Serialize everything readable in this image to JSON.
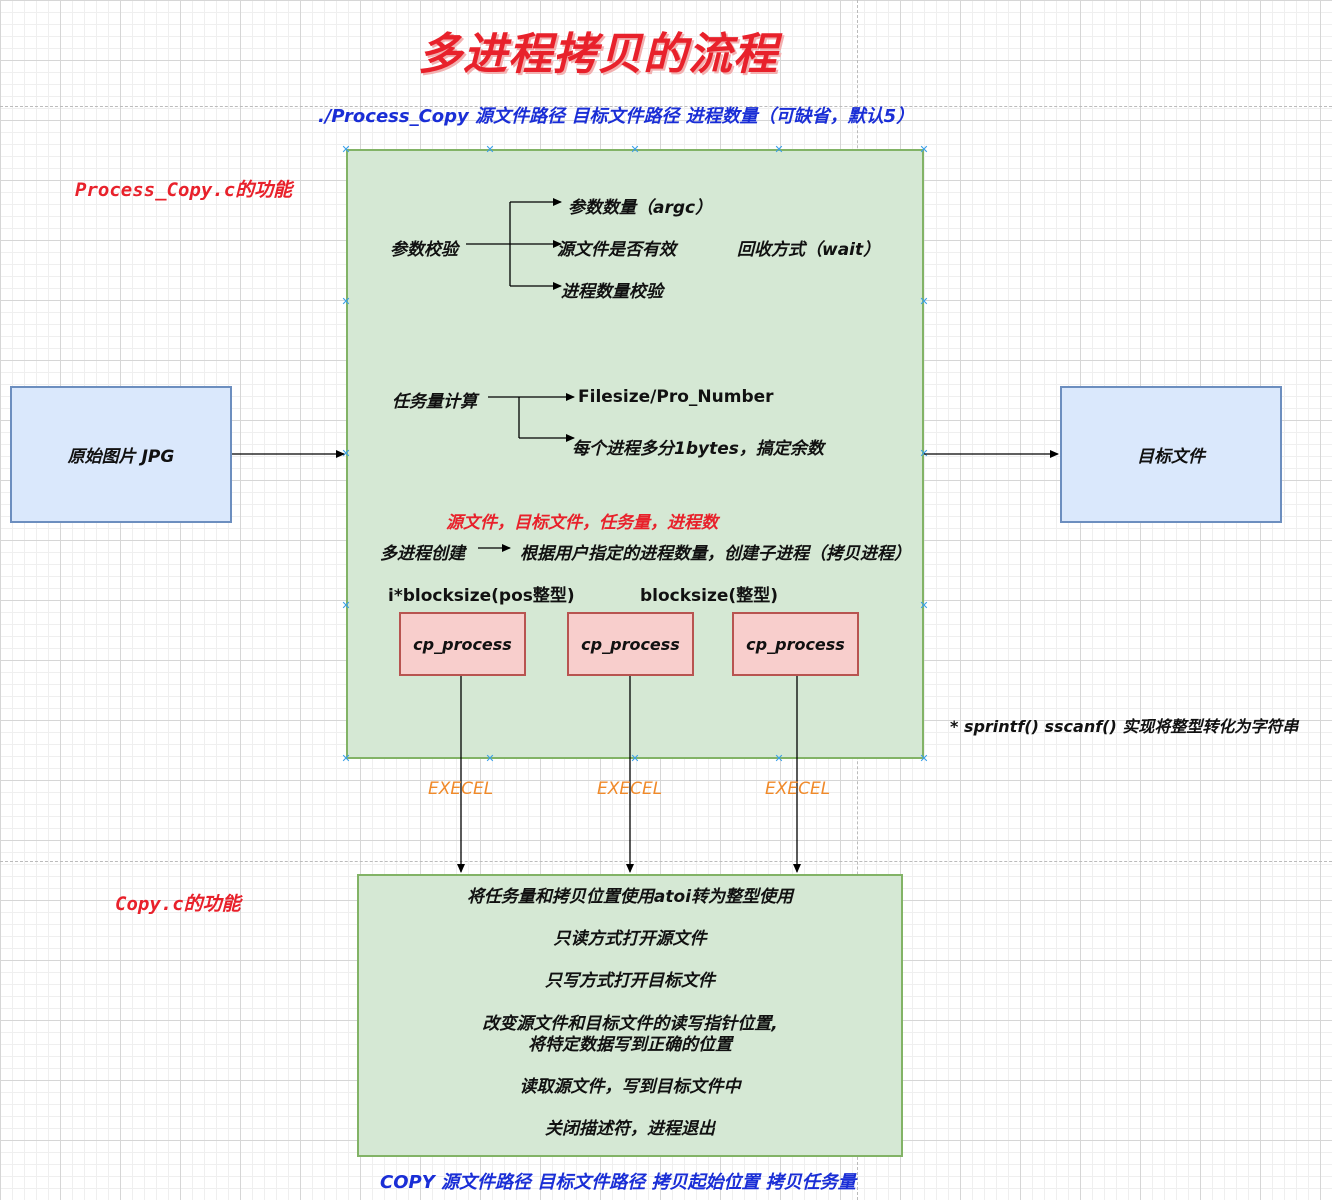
{
  "title": "多进程拷贝的流程",
  "command_usage": "./Process_Copy 源文件路径 目标文件路径 进程数量（可缺省，默认5）",
  "process_copy_section": {
    "heading": "Process_Copy.c的功能",
    "param_check": {
      "label": "参数校验",
      "items": [
        "参数数量（argc）",
        "源文件是否有效",
        "进程数量校验"
      ]
    },
    "recycle_method": "回收方式（wait）",
    "task_calc": {
      "label": "任务量计算",
      "items": [
        "Filesize/Pro_Number",
        "每个进程多分1bytes，搞定余数"
      ]
    },
    "args_note": "源文件，目标文件，任务量，进程数",
    "create": {
      "label": "多进程创建",
      "desc": "根据用户指定的进程数量，创建子进程（拷贝进程）"
    },
    "pos_label": "i*blocksize(pos整型)",
    "block_label": "blocksize(整型)",
    "processes": [
      "cp_process",
      "cp_process",
      "cp_process"
    ]
  },
  "source_box": "原始图片 JPG",
  "target_box": "目标文件",
  "sprintf_note": "* sprintf() sscanf() 实现将整型转化为字符串",
  "execel_labels": [
    "EXECEL",
    "EXECEL",
    "EXECEL"
  ],
  "copy_section": {
    "heading": "Copy.c的功能",
    "steps": [
      "将任务量和拷贝位置使用atoi转为整型使用",
      "只读方式打开源文件",
      "只写方式打开目标文件",
      "改变源文件和目标文件的读写指针位置,",
      "将特定数据写到正确的位置",
      "读取源文件，写到目标文件中",
      "关闭描述符，进程退出"
    ],
    "usage": "COPY 源文件路径 目标文件路径 拷贝起始位置 拷贝任务量"
  },
  "colors": {
    "title": "#e8212b",
    "usage": "#1a2ed6",
    "section_heading": "#e8212b",
    "execel": "#f08a2a",
    "args_note": "#e8212b",
    "green_fill": "#d5e8d4",
    "blue_fill": "#dae8fc",
    "pink_fill": "#f8cecc"
  }
}
